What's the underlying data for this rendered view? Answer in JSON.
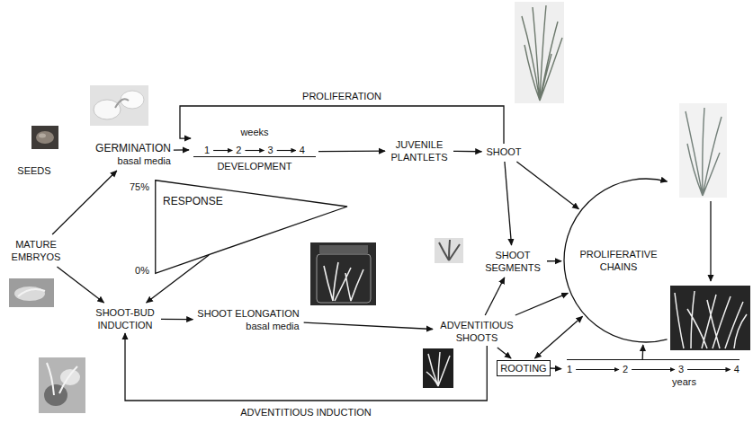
{
  "diagram": {
    "nodes": [
      {
        "text": [
          "SEEDS"
        ]
      },
      {
        "text": [
          "GERMINATION",
          "basal media"
        ]
      },
      {
        "text": [
          "weeks",
          "1",
          "2",
          "3",
          "4",
          "DEVELOPMENT"
        ]
      },
      {
        "text": [
          "JUVENILE PLANTLETS"
        ]
      },
      {
        "text": [
          "SHOOT"
        ]
      },
      {
        "text": [
          "RESPONSE"
        ]
      },
      {
        "text": [
          "MATURE EMBRYOS"
        ]
      },
      {
        "text": [
          "SHOOT SEGMENTS"
        ]
      },
      {
        "text": [
          "PROLIFERATIVE CHAINS"
        ]
      },
      {
        "text": [
          "SHOOT-BUD INDUCTION"
        ]
      },
      {
        "text": [
          "SHOOT ELONGATION",
          "basal media"
        ]
      },
      {
        "text": [
          "ADVENTITIOUS SHOOTS"
        ]
      },
      {
        "text": [
          "ROOTING"
        ]
      },
      {
        "text": [
          "1",
          "2",
          "3",
          "4",
          "years"
        ]
      }
    ],
    "edges": [
      {
        "from": 6,
        "to": 1,
        "arrow": "to"
      },
      {
        "from": 6,
        "to": 9,
        "arrow": "to"
      },
      {
        "from": 1,
        "to": 2,
        "arrow": "to"
      },
      {
        "from": 2,
        "to": 3,
        "arrow": "to"
      },
      {
        "from": 3,
        "to": 4,
        "arrow": "to"
      },
      {
        "from": 4,
        "to": 2,
        "label": "PROLIFERATION",
        "arrow": "to"
      },
      {
        "from": 4,
        "to": 7,
        "arrow": "to"
      },
      {
        "from": 4,
        "to": 8,
        "arrow": "to"
      },
      {
        "from": 7,
        "to": 8,
        "arrow": "to"
      },
      {
        "from": 5,
        "to": 9,
        "arrow": "to"
      },
      {
        "from": 9,
        "to": 10,
        "arrow": "to"
      },
      {
        "from": 10,
        "to": 11,
        "arrow": "to"
      },
      {
        "from": 11,
        "to": 7,
        "arrow": "to"
      },
      {
        "from": 11,
        "to": 9,
        "label": "ADVENTITIOUS INDUCTION",
        "arrow": "to"
      },
      {
        "from": 11,
        "to": 8,
        "arrow": "to"
      },
      {
        "from": 11,
        "to": 12,
        "arrow": "to"
      },
      {
        "from": 12,
        "to": 8,
        "arrow": "both"
      },
      {
        "from": 12,
        "to": 13,
        "arrow": "to"
      },
      {
        "from": 13,
        "to": 8,
        "arrow": "to"
      }
    ],
    "labels": [
      "75%",
      "0%"
    ]
  }
}
